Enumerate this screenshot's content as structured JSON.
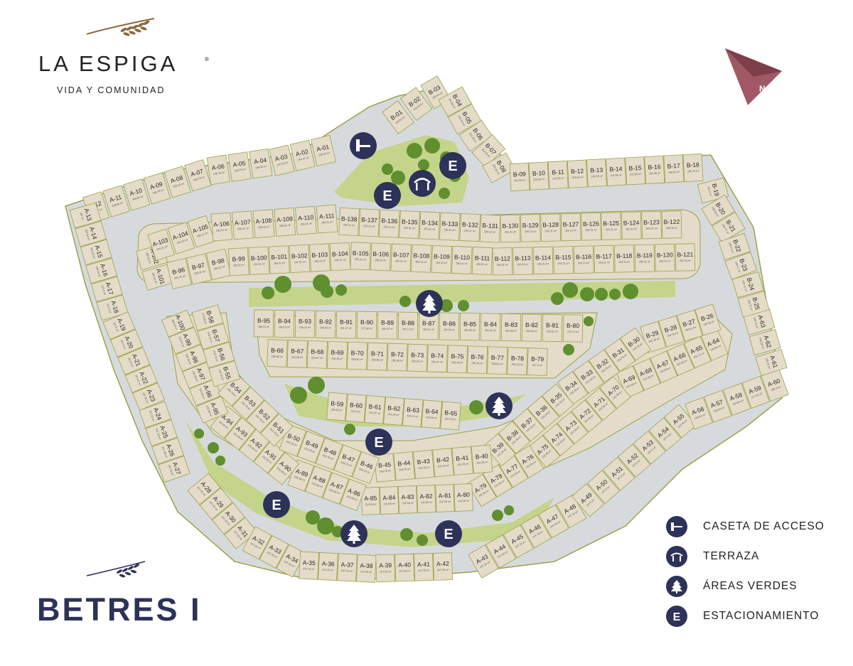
{
  "brand": {
    "name": "LA ESPIGA",
    "registered": "®",
    "tagline": "VIDA Y COMUNIDAD"
  },
  "section": {
    "title": "BETRES I"
  },
  "compass": {
    "label": "N"
  },
  "colors": {
    "navy": "#2d3258",
    "lot_fill": "#e4dcc8",
    "lot_stroke": "#9aa24a",
    "green_area": "#c4d48a",
    "road": "#d7dadd",
    "tree": "#5f8f2e",
    "accent": "#a05864"
  },
  "legend": [
    {
      "icon": "access-booth-icon",
      "label": "CASETA DE ACCESO"
    },
    {
      "icon": "terrace-icon",
      "label": "TERRAZA"
    },
    {
      "icon": "tree-icon",
      "label": "ÁREAS VERDES"
    },
    {
      "icon": "parking-icon",
      "label": "ESTACIONAMIENTO"
    }
  ],
  "amenity_markers": [
    {
      "type": "access-booth-icon"
    },
    {
      "type": "terrace-icon"
    },
    {
      "type": "parking-icon",
      "label": "E"
    },
    {
      "type": "parking-icon",
      "label": "E"
    },
    {
      "type": "tree-icon"
    },
    {
      "type": "tree-icon"
    },
    {
      "type": "parking-icon",
      "label": "E"
    },
    {
      "type": "parking-icon",
      "label": "E"
    },
    {
      "type": "tree-icon"
    },
    {
      "type": "parking-icon",
      "label": "E"
    }
  ],
  "lots": [
    {
      "id": "A-01",
      "area": "232.65 m²"
    },
    {
      "id": "A-02",
      "area": "254.47 m²"
    },
    {
      "id": "A-03",
      "area": "247.29 m²"
    },
    {
      "id": "A-04",
      "area": "249.80 m²"
    },
    {
      "id": "A-05",
      "area": "249.78 m²"
    },
    {
      "id": "A-06",
      "area": "249.78 m²"
    },
    {
      "id": "A-07",
      "area": "249.78 m²"
    },
    {
      "id": "A-08",
      "area": "255.19 m²"
    },
    {
      "id": "A-09",
      "area": "249.78 m²"
    },
    {
      "id": "A-10",
      "area": "249.89 m²"
    },
    {
      "id": "A-11",
      "area": "239.83 m²"
    },
    {
      "id": "A-12",
      "area": "224.07 m²"
    },
    {
      "id": "A-13",
      "area": "297 m²"
    },
    {
      "id": "A-14",
      "area": "326.48 m²"
    },
    {
      "id": "A-15",
      "area": "264.93 m²"
    },
    {
      "id": "A-16",
      "area": "245.44 m²"
    },
    {
      "id": "A-17",
      "area": "247.5 m²"
    },
    {
      "id": "A-18",
      "area": "247.5 m²"
    },
    {
      "id": "A-19",
      "area": "247.5 m²"
    },
    {
      "id": "A-20",
      "area": "247.5 m²"
    },
    {
      "id": "A-21",
      "area": "247.5 m²"
    },
    {
      "id": "A-22",
      "area": "247.41 m²"
    },
    {
      "id": "A-23",
      "area": "247.36 m²"
    },
    {
      "id": "A-24",
      "area": "247.32 m²"
    },
    {
      "id": "A-25",
      "area": "247.35 m²"
    },
    {
      "id": "A-26",
      "area": "247.35 m²"
    },
    {
      "id": "A-27",
      "area": "247.35 m²"
    },
    {
      "id": "A-28",
      "area": "247.35 m²"
    },
    {
      "id": "A-29",
      "area": "247.35 m²"
    },
    {
      "id": "A-30",
      "area": "247.35 m²"
    },
    {
      "id": "A-31",
      "area": "247.35 m²"
    },
    {
      "id": "A-32",
      "area": "247.35 m²"
    },
    {
      "id": "A-33",
      "area": "247.35 m²"
    },
    {
      "id": "A-34",
      "area": "247.35 m²"
    },
    {
      "id": "A-35",
      "area": "247.35 m²"
    },
    {
      "id": "A-36",
      "area": "247.25 m²"
    },
    {
      "id": "A-37",
      "area": "247.34 m²"
    },
    {
      "id": "A-38",
      "area": "247.36 m²"
    },
    {
      "id": "A-39",
      "area": "247.35 m²"
    },
    {
      "id": "A-40",
      "area": "247.35 m²"
    },
    {
      "id": "A-41",
      "area": "247.35 m²"
    },
    {
      "id": "A-42",
      "area": "247.35 m²"
    },
    {
      "id": "A-43",
      "area": "247.35 m²"
    },
    {
      "id": "A-44",
      "area": "247.35 m²"
    },
    {
      "id": "A-45",
      "area": "247.35 m²"
    },
    {
      "id": "A-46",
      "area": "247.35 m²"
    },
    {
      "id": "A-47",
      "area": "247.35 m²"
    },
    {
      "id": "A-48",
      "area": "247.36 m²"
    },
    {
      "id": "A-49",
      "area": "247.5 m²"
    },
    {
      "id": "A-50",
      "area": "247.5 m²"
    },
    {
      "id": "A-51",
      "area": "247.5 m²"
    },
    {
      "id": "A-52",
      "area": "247.5 m²"
    },
    {
      "id": "A-53",
      "area": "247.5 m²"
    },
    {
      "id": "A-54",
      "area": "247.5 m²"
    },
    {
      "id": "A-55",
      "area": "247.49 m²"
    },
    {
      "id": "A-56",
      "area": "246.64 m²"
    },
    {
      "id": "A-57",
      "area": "246.64 m²"
    },
    {
      "id": "A-58",
      "area": "244.94 m²"
    },
    {
      "id": "A-59",
      "area": "277.01 m²"
    },
    {
      "id": "A-60",
      "area": "362.9 m²"
    },
    {
      "id": "A-61",
      "area": "235.31 m²"
    },
    {
      "id": "A-62",
      "area": "235.26 m²"
    },
    {
      "id": "A-63",
      "area": "249.71 m²"
    },
    {
      "id": "A-64",
      "area": "232.56 m²"
    },
    {
      "id": "A-65",
      "area": "232.71 m²"
    },
    {
      "id": "A-66",
      "area": "232.58 m²"
    },
    {
      "id": "A-67",
      "area": "232.58 m²"
    },
    {
      "id": "A-68",
      "area": "232.58 m²"
    },
    {
      "id": "A-69",
      "area": "232.58 m²"
    },
    {
      "id": "A-70",
      "area": "232.58 m²"
    },
    {
      "id": "A-71",
      "area": "232.58 m²"
    },
    {
      "id": "A-72",
      "area": "232.58 m²"
    },
    {
      "id": "A-73",
      "area": "232.58 m²"
    },
    {
      "id": "A-74",
      "area": "232.58 m²"
    },
    {
      "id": "A-75",
      "area": "232.58 m²"
    },
    {
      "id": "A-76",
      "area": "232.58 m²"
    },
    {
      "id": "A-77",
      "area": "232.58 m²"
    },
    {
      "id": "A-78",
      "area": "232.58 m²"
    },
    {
      "id": "A-79",
      "area": "232.58 m²"
    },
    {
      "id": "A-80",
      "area": "232.58 m²"
    },
    {
      "id": "A-81",
      "area": "232.58 m²"
    },
    {
      "id": "A-82",
      "area": "232.58 m²"
    },
    {
      "id": "A-83",
      "area": "232.58 m²"
    },
    {
      "id": "A-84",
      "area": "232.58 m²"
    },
    {
      "id": "A-85",
      "area": "232.58 m²"
    },
    {
      "id": "A-86",
      "area": "232.58 m²"
    },
    {
      "id": "A-87",
      "area": "232.58 m²"
    },
    {
      "id": "A-88",
      "area": "232.58 m²"
    },
    {
      "id": "A-89",
      "area": "232.58 m²"
    },
    {
      "id": "A-90",
      "area": "232.58 m²"
    },
    {
      "id": "A-91",
      "area": "232.58 m²"
    },
    {
      "id": "A-92",
      "area": "232.58 m²"
    },
    {
      "id": "A-93",
      "area": "232.58 m²"
    },
    {
      "id": "A-94",
      "area": "232.58 m²"
    },
    {
      "id": "A-95",
      "area": "232.58 m²"
    },
    {
      "id": "A-96",
      "area": "232.58 m²"
    },
    {
      "id": "A-97",
      "area": "232.58 m²"
    },
    {
      "id": "A-98",
      "area": "232.58 m²"
    },
    {
      "id": "A-99",
      "area": "232.57 m²"
    },
    {
      "id": "A-100",
      "area": "260.99 m²"
    },
    {
      "id": "A-101",
      "area": "280.65 m²"
    },
    {
      "id": "A-102",
      "area": "285.65 m²"
    },
    {
      "id": "A-103",
      "area": "255.31 m²"
    },
    {
      "id": "A-104",
      "area": "255.31 m²"
    },
    {
      "id": "A-105",
      "area": "255.31 m²"
    },
    {
      "id": "A-106",
      "area": "255.31 m²"
    },
    {
      "id": "A-107",
      "area": "255.31 m²"
    },
    {
      "id": "A-108",
      "area": "255.31 m²"
    },
    {
      "id": "A-109",
      "area": "255.81 m²"
    },
    {
      "id": "A-110",
      "area": "255.31 m²"
    },
    {
      "id": "A-111",
      "area": "255.31 m²"
    },
    {
      "id": "B-01",
      "area": "318.83 m²"
    },
    {
      "id": "B-02",
      "area": "204.05 m²"
    },
    {
      "id": "B-03",
      "area": "248.43 m²"
    },
    {
      "id": "B-04",
      "area": "241.83 m²"
    },
    {
      "id": "B-05",
      "area": "240.04 m²"
    },
    {
      "id": "B-06",
      "area": "252.35 m²"
    },
    {
      "id": "B-07",
      "area": "252.59 m²"
    },
    {
      "id": "B-08",
      "area": "253.22 m²"
    },
    {
      "id": "B-09",
      "area": "252.59 m²"
    },
    {
      "id": "B-10",
      "area": "232.65 m²"
    },
    {
      "id": "B-11",
      "area": "232.65 m²"
    },
    {
      "id": "B-12",
      "area": "232.65 m²"
    },
    {
      "id": "B-13",
      "area": "232.65 m²"
    },
    {
      "id": "B-14",
      "area": "232.65 m²"
    },
    {
      "id": "B-15",
      "area": "232.65 m²"
    },
    {
      "id": "B-16",
      "area": "232.65 m²"
    },
    {
      "id": "B-17",
      "area": "249.05 m²"
    },
    {
      "id": "B-18",
      "area": "285.78 m²"
    },
    {
      "id": "B-19",
      "area": "251.4 m²"
    },
    {
      "id": "B-20",
      "area": "239.03 m²"
    },
    {
      "id": "B-21",
      "area": "249.71 m²"
    },
    {
      "id": "B-22",
      "area": "249.71 m²"
    },
    {
      "id": "B-23",
      "area": "249.71 m²"
    },
    {
      "id": "B-24",
      "area": "249.71 m²"
    },
    {
      "id": "B-25",
      "area": "249.71 m²"
    },
    {
      "id": "B-26",
      "area": "222.65 m²"
    },
    {
      "id": "B-27",
      "area": "243.61 m²"
    },
    {
      "id": "B-28",
      "area": "243.78 m²"
    },
    {
      "id": "B-29",
      "area": "243.78 m²"
    },
    {
      "id": "B-30",
      "area": "243.78 m²"
    },
    {
      "id": "B-31",
      "area": "243.78 m²"
    },
    {
      "id": "B-32",
      "area": "243.78 m²"
    },
    {
      "id": "B-33",
      "area": "243.78 m²"
    },
    {
      "id": "B-34",
      "area": "243.78 m²"
    },
    {
      "id": "B-35",
      "area": "243.78 m²"
    },
    {
      "id": "B-36",
      "area": "243.78 m²"
    },
    {
      "id": "B-37",
      "area": "243.78 m²"
    },
    {
      "id": "B-38",
      "area": "243.78 m²"
    },
    {
      "id": "B-39",
      "area": "243.78 m²"
    },
    {
      "id": "B-40",
      "area": "243.78 m²"
    },
    {
      "id": "B-41",
      "area": "243.78 m²"
    },
    {
      "id": "B-42",
      "area": "243.78 m²"
    },
    {
      "id": "B-43",
      "area": "243.78 m²"
    },
    {
      "id": "B-44",
      "area": "243.78 m²"
    },
    {
      "id": "B-45",
      "area": "243.78 m²"
    },
    {
      "id": "B-46",
      "area": "243.78 m²"
    },
    {
      "id": "B-47",
      "area": "243.78 m²"
    },
    {
      "id": "B-48",
      "area": "243.78 m²"
    },
    {
      "id": "B-49",
      "area": "243.78 m²"
    },
    {
      "id": "B-50",
      "area": "243.78 m²"
    },
    {
      "id": "B-51",
      "area": "243.78 m²"
    },
    {
      "id": "B-52",
      "area": "243.78 m²"
    },
    {
      "id": "B-53",
      "area": "243.78 m²"
    },
    {
      "id": "B-54",
      "area": "243.78 m²"
    },
    {
      "id": "B-55",
      "area": "243.78 m²"
    },
    {
      "id": "B-56",
      "area": "243.78 m²"
    },
    {
      "id": "B-57",
      "area": "243.79 m²"
    },
    {
      "id": "B-58",
      "area": "272.08 m²"
    },
    {
      "id": "B-59",
      "area": "238.32 m²"
    },
    {
      "id": "B-60",
      "area": "241.9 m²"
    },
    {
      "id": "B-61",
      "area": "243.07 m²"
    },
    {
      "id": "B-62",
      "area": "242.24 m²"
    },
    {
      "id": "B-63",
      "area": "242.41 m²"
    },
    {
      "id": "B-64",
      "area": "242.58 m²"
    },
    {
      "id": "B-65",
      "area": "242.75 m²"
    },
    {
      "id": "B-66",
      "area": "265.66 m²"
    },
    {
      "id": "B-67",
      "area": "254.26 m²"
    },
    {
      "id": "B-68",
      "area": "253.87 m²"
    },
    {
      "id": "B-69",
      "area": "248.45 m²"
    },
    {
      "id": "B-70",
      "area": "255.62 m²"
    },
    {
      "id": "B-71",
      "area": "255.89 m²"
    },
    {
      "id": "B-72",
      "area": "255.56 m²"
    },
    {
      "id": "B-73",
      "area": "255.25 m²"
    },
    {
      "id": "B-74",
      "area": "254.97 m²"
    },
    {
      "id": "B-75",
      "area": "254.49 m²"
    },
    {
      "id": "B-76",
      "area": "256.18 m²"
    },
    {
      "id": "B-77",
      "area": "256.81 m²"
    },
    {
      "id": "B-78",
      "area": "255.78 m²"
    },
    {
      "id": "B-79",
      "area": "227.2 m²"
    },
    {
      "id": "B-80",
      "area": "233.74 m²"
    },
    {
      "id": "B-81",
      "area": "253.62 m²"
    },
    {
      "id": "B-82",
      "area": "256.39 m²"
    },
    {
      "id": "B-83",
      "area": "262.66 m²"
    },
    {
      "id": "B-84",
      "area": "262.87 m²"
    },
    {
      "id": "B-85",
      "area": "262.99 m²"
    },
    {
      "id": "B-86",
      "area": "262.54 m²"
    },
    {
      "id": "B-87",
      "area": "260.12 m²"
    },
    {
      "id": "B-88",
      "area": "261.13 m²"
    },
    {
      "id": "B-89",
      "area": "259.37 m²"
    },
    {
      "id": "B-90",
      "area": "277.68 m²"
    },
    {
      "id": "B-91",
      "area": "351.27 m²"
    },
    {
      "id": "B-92",
      "area": "248.45 m²"
    },
    {
      "id": "B-93",
      "area": "249.22 m²"
    },
    {
      "id": "B-94",
      "area": "250.53 m²"
    },
    {
      "id": "B-95",
      "area": "288.23 m²"
    },
    {
      "id": "B-96",
      "area": "256.31 m²"
    },
    {
      "id": "B-97",
      "area": "256.31 m²"
    },
    {
      "id": "B-98",
      "area": "256.31 m²"
    },
    {
      "id": "B-99",
      "area": "256.31 m²"
    },
    {
      "id": "B-100",
      "area": "256.31 m²"
    },
    {
      "id": "B-101",
      "area": "256.31 m²"
    },
    {
      "id": "B-102",
      "area": "256.31 m²"
    },
    {
      "id": "B-103",
      "area": "256.31 m²"
    },
    {
      "id": "B-104",
      "area": "256.31 m²"
    },
    {
      "id": "B-105",
      "area": "256.31 m²"
    },
    {
      "id": "B-106",
      "area": "256.31 m²"
    },
    {
      "id": "B-107",
      "area": "256.31 m²"
    },
    {
      "id": "B-108",
      "area": "256.31 m²"
    },
    {
      "id": "B-109",
      "area": "256.31 m²"
    },
    {
      "id": "B-110",
      "area": "256.31 m²"
    },
    {
      "id": "B-111",
      "area": "256.31 m²"
    },
    {
      "id": "B-112",
      "area": "256.31 m²"
    },
    {
      "id": "B-113",
      "area": "256.31 m²"
    },
    {
      "id": "B-114",
      "area": "256.31 m²"
    },
    {
      "id": "B-115",
      "area": "256.31 m²"
    },
    {
      "id": "B-116",
      "area": "256.31 m²"
    },
    {
      "id": "B-117",
      "area": "256.31 m²"
    },
    {
      "id": "B-118",
      "area": "256.31 m²"
    },
    {
      "id": "B-119",
      "area": "256.31 m²"
    },
    {
      "id": "B-120",
      "area": "256.31 m²"
    },
    {
      "id": "B-121",
      "area": "297.54 m²"
    },
    {
      "id": "B-122",
      "area": "299.18 m²"
    },
    {
      "id": "B-123",
      "area": "255.31 m²"
    },
    {
      "id": "B-124",
      "area": "255.31 m²"
    },
    {
      "id": "B-125",
      "area": "255.31 m²"
    },
    {
      "id": "B-126",
      "area": "255.31 m²"
    },
    {
      "id": "B-127",
      "area": "255.31 m²"
    },
    {
      "id": "B-128",
      "area": "255.31 m²"
    },
    {
      "id": "B-129",
      "area": "255.31 m²"
    },
    {
      "id": "B-130",
      "area": "255.31 m²"
    },
    {
      "id": "B-131",
      "area": "255.31 m²"
    },
    {
      "id": "B-132",
      "area": "255.31 m²"
    },
    {
      "id": "B-133",
      "area": "255.31 m²"
    },
    {
      "id": "B-134",
      "area": "255.31 m²"
    },
    {
      "id": "B-135",
      "area": "255.31 m²"
    },
    {
      "id": "B-136",
      "area": "255.31 m²"
    },
    {
      "id": "B-137",
      "area": "255.31 m²"
    },
    {
      "id": "B-138",
      "area": "255.31 m²"
    }
  ]
}
